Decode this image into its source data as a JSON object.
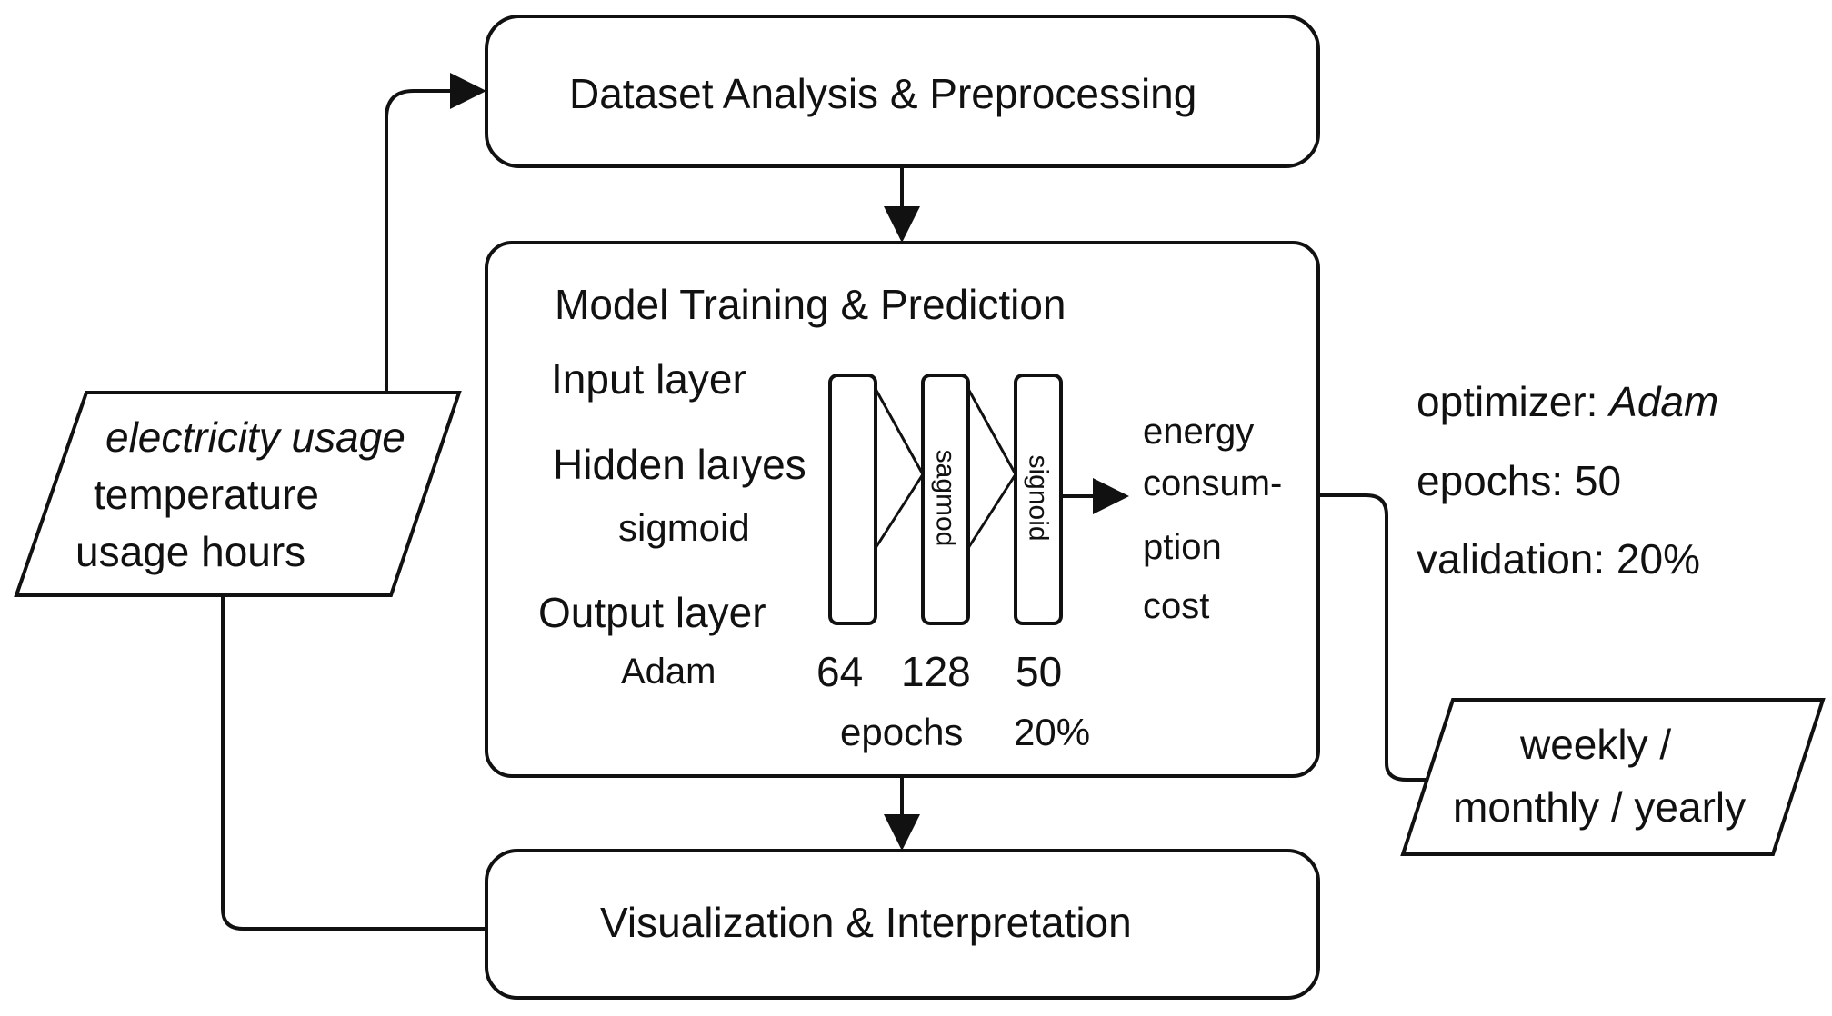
{
  "boxes": {
    "preprocess": "Dataset Analysis & Preprocessing",
    "model": "Model Training & Prediction",
    "visualize": "Visualization & Interpretation"
  },
  "input_data": {
    "line1": "electricity usage",
    "line2": "temperature",
    "line3": "usage hours"
  },
  "model": {
    "input_layer": "Input layer",
    "hidden_layers": "Hidden laıyes",
    "hidden_activation": "sigmoid",
    "output_layer": "Output layer",
    "optimizer_label": "Adam",
    "layer1_activation": "sagmod",
    "layer2_activation": "signoid",
    "layer_sizes": [
      "64",
      "128",
      "50"
    ],
    "epochs_label": "epochs",
    "validation_label": "20%",
    "outputs": [
      "energy",
      "consum-",
      "ption",
      "cost"
    ]
  },
  "params": {
    "optimizer_key": "optimizer:",
    "optimizer_value": "Adam",
    "epochs": "epochs: 50",
    "validation": "validation: 20%"
  },
  "output_data": {
    "line1": "weekly /",
    "line2": "monthly / yearly"
  }
}
